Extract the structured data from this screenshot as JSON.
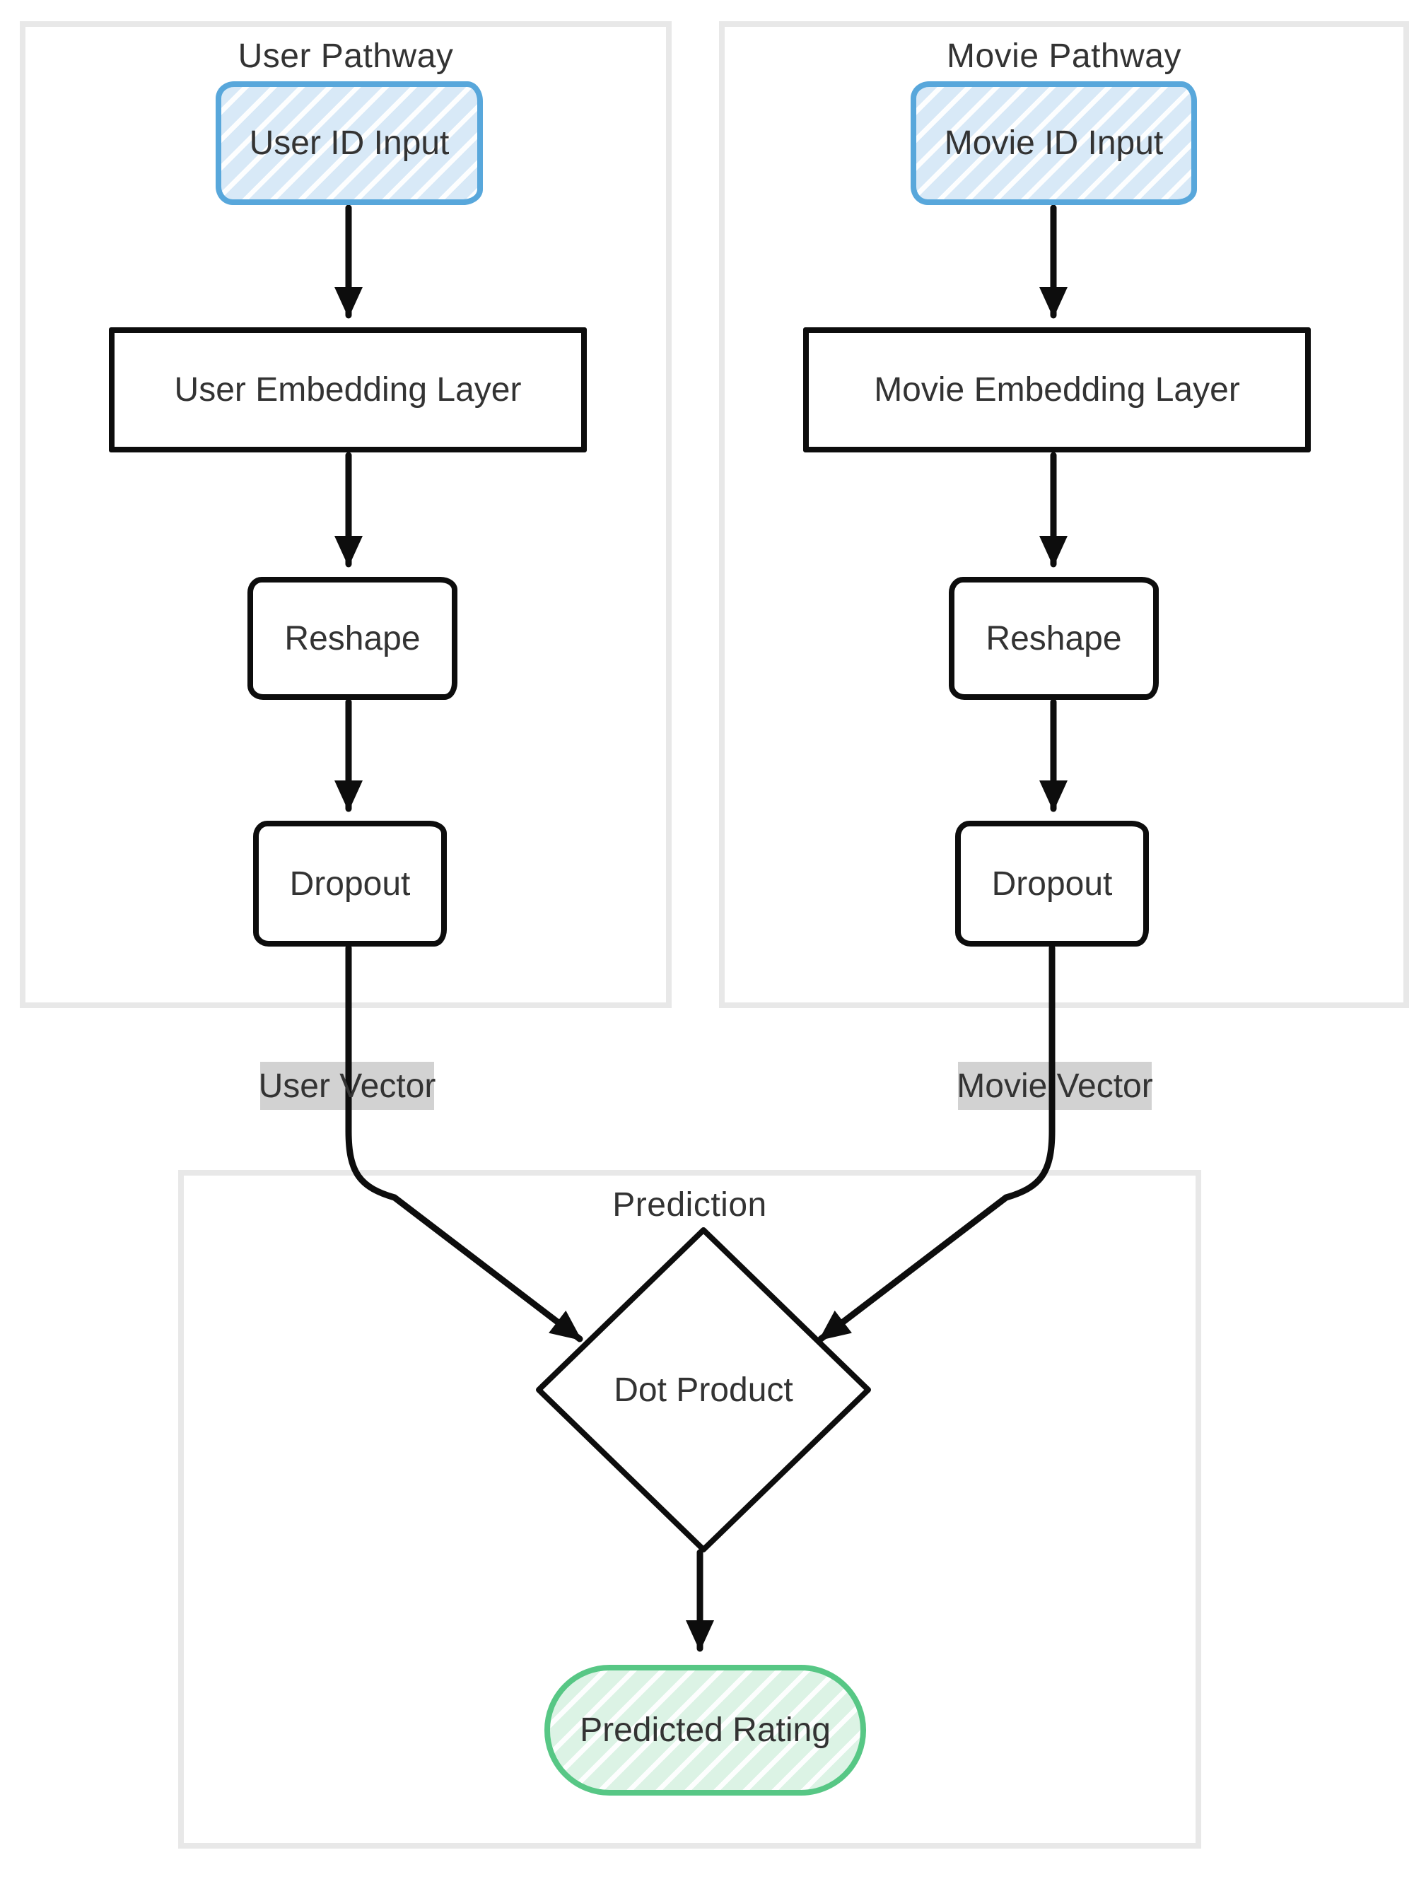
{
  "diagram": {
    "pathways": [
      {
        "title": "User Pathway",
        "nodes": {
          "input": "User ID Input",
          "embedding": "User Embedding Layer",
          "reshape": "Reshape",
          "dropout": "Dropout"
        },
        "edge_label": "User Vector"
      },
      {
        "title": "Movie Pathway",
        "nodes": {
          "input": "Movie ID Input",
          "embedding": "Movie Embedding Layer",
          "reshape": "Reshape",
          "dropout": "Dropout"
        },
        "edge_label": "Movie Vector"
      }
    ],
    "prediction": {
      "title": "Prediction",
      "operation": "Dot Product",
      "output": "Predicted Rating"
    },
    "colors": {
      "input_node_stroke": "#58a7db",
      "input_node_fill": "#d8e9f7",
      "output_node_stroke": "#57c785",
      "output_node_fill": "#dcf3e5",
      "edge_label_background": "#d2d2d2",
      "node_text": "#333333",
      "edge_stroke": "#0d0d0d",
      "container_stroke": "#e8e8e8"
    }
  }
}
